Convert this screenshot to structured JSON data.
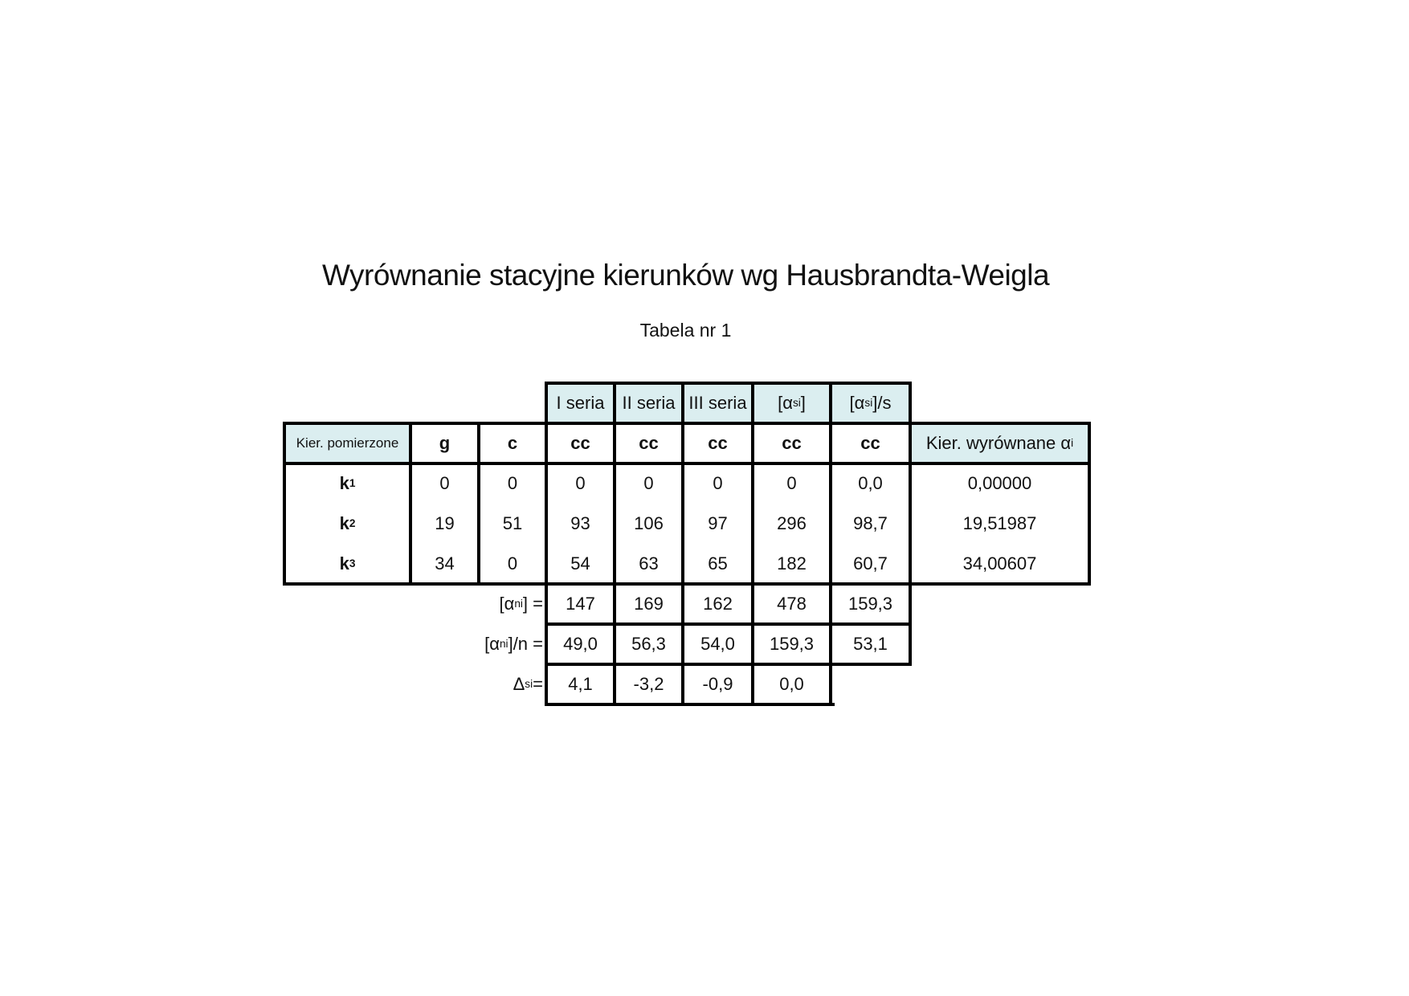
{
  "document": {
    "title": "Wyrównanie stacyjne kierunków wg Hausbrandta-Weigla",
    "subtitle": "Tabela nr 1"
  },
  "table": {
    "series_headers": {
      "s1": "I seria",
      "s2": "II seria",
      "s3": "III seria",
      "sum_base": "[α",
      "sum_sub": "si",
      "sum_close": "]",
      "mean_base": "[α",
      "mean_sub": "si",
      "mean_close": "]/s"
    },
    "unit_headers": {
      "kier": "Kier. pomierzone",
      "g": "g",
      "c": "c",
      "cc1": "cc",
      "cc2": "cc",
      "cc3": "cc",
      "cc4": "cc",
      "cc5": "cc",
      "wyr_base": "Kier. wyrównane α",
      "wyr_sub": "i"
    },
    "rows": [
      {
        "k": "k",
        "sub": "1",
        "g": "0",
        "c": "0",
        "s1": "0",
        "s2": "0",
        "s3": "0",
        "sum": "0",
        "mean": "0,0",
        "adj": "0,00000"
      },
      {
        "k": "k",
        "sub": "2",
        "g": "19",
        "c": "51",
        "s1": "93",
        "s2": "106",
        "s3": "97",
        "sum": "296",
        "mean": "98,7",
        "adj": "19,51987"
      },
      {
        "k": "k",
        "sub": "3",
        "g": "34",
        "c": "0",
        "s1": "54",
        "s2": "63",
        "s3": "65",
        "sum": "182",
        "mean": "60,7",
        "adj": "34,00607"
      }
    ],
    "summary": {
      "sum_label_base": "[α",
      "sum_label_sub": "ni",
      "sum_label_close": "] =",
      "sum": [
        "147",
        "169",
        "162",
        "478",
        "159,3"
      ],
      "avg_label_base": "[α",
      "avg_label_sub": "ni",
      "avg_label_close": "]/n =",
      "avg": [
        "49,0",
        "56,3",
        "54,0",
        "159,3",
        "53,1"
      ],
      "delta_label_base": "Δ",
      "delta_label_sub": "si",
      "delta_label_close": " =",
      "delta": [
        "4,1",
        "-3,2",
        "-0,9",
        "0,0"
      ]
    }
  }
}
